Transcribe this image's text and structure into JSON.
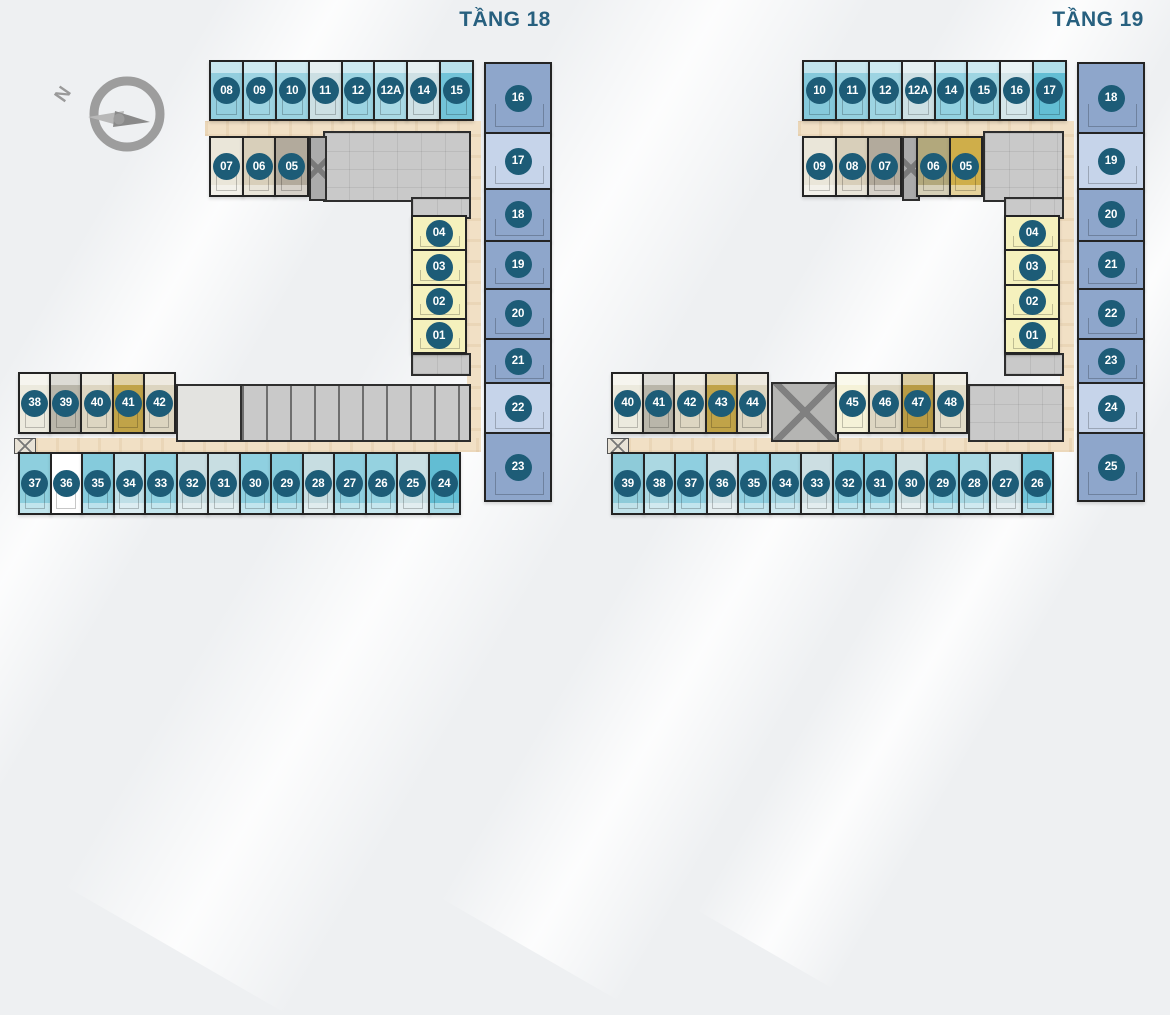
{
  "colors": {
    "badge": "#1d5c77",
    "badge_text": "#ffffff",
    "title": "#27607f",
    "corridor": "#f1e0c5",
    "core": "#c9c9c9",
    "core_dark": "#ababab",
    "wall": "#242424",
    "background": "#eef0f2"
  },
  "compass": {
    "label": "N"
  },
  "plans": [
    {
      "title": "TẦNG 18",
      "top_row": [
        {
          "label": "08",
          "color": "#93cede"
        },
        {
          "label": "09",
          "color": "#9ed4e2"
        },
        {
          "label": "10",
          "color": "#9cd3e1"
        },
        {
          "label": "11",
          "color": "#ccdfe3"
        },
        {
          "label": "12",
          "color": "#9cd4e2"
        },
        {
          "label": "12A",
          "color": "#a9d9e5"
        },
        {
          "label": "14",
          "color": "#cfe1e5"
        },
        {
          "label": "15",
          "color": "#72c3d8"
        }
      ],
      "second_row": [
        {
          "label": "07",
          "color": "#eae6d9"
        },
        {
          "label": "06",
          "color": "#d8cfba"
        },
        {
          "label": "05",
          "color": "#b2aa9c"
        }
      ],
      "yellow_column": [
        {
          "label": "04",
          "color": "#f5f1bd"
        },
        {
          "label": "03",
          "color": "#f5f1bd"
        },
        {
          "label": "02",
          "color": "#f5f1bd"
        },
        {
          "label": "01",
          "color": "#f5f1bd"
        }
      ],
      "right_column": [
        {
          "label": "16",
          "color": "#8ea6cb"
        },
        {
          "label": "17",
          "color": "#c6d4ea"
        },
        {
          "label": "18",
          "color": "#8ea6cb"
        },
        {
          "label": "19",
          "color": "#8ea6cb"
        },
        {
          "label": "20",
          "color": "#8ea6cb"
        },
        {
          "label": "21",
          "color": "#8fa7cc"
        },
        {
          "label": "22",
          "color": "#c6d4ea"
        },
        {
          "label": "23",
          "color": "#8ea6cb"
        }
      ],
      "bottom_left": [
        {
          "label": "38",
          "color": "#eceade"
        },
        {
          "label": "39",
          "color": "#b9b6aa"
        },
        {
          "label": "40",
          "color": "#ddd6c2"
        },
        {
          "label": "41",
          "color": "#c0a348"
        },
        {
          "label": "42",
          "color": "#dcd5c0"
        }
      ],
      "bottom_row": [
        {
          "label": "37",
          "color": "#8ecfde"
        },
        {
          "label": "36",
          "color": "#ffffff"
        },
        {
          "label": "35",
          "color": "#85cbdc"
        },
        {
          "label": "34",
          "color": "#bfdfe7"
        },
        {
          "label": "33",
          "color": "#92d1e0"
        },
        {
          "label": "32",
          "color": "#cadee2"
        },
        {
          "label": "31",
          "color": "#c8dee2"
        },
        {
          "label": "30",
          "color": "#8fd0e0"
        },
        {
          "label": "29",
          "color": "#89cddd"
        },
        {
          "label": "28",
          "color": "#c7dde1"
        },
        {
          "label": "27",
          "color": "#8fcfdf"
        },
        {
          "label": "26",
          "color": "#95d2e0"
        },
        {
          "label": "25",
          "color": "#cadfe3"
        },
        {
          "label": "24",
          "color": "#62bdd3"
        }
      ]
    },
    {
      "title": "TẦNG 19",
      "top_row": [
        {
          "label": "10",
          "color": "#85c9db"
        },
        {
          "label": "11",
          "color": "#95d0df"
        },
        {
          "label": "12",
          "color": "#9dd4e2"
        },
        {
          "label": "12A",
          "color": "#cde0e4"
        },
        {
          "label": "14",
          "color": "#93d1e1"
        },
        {
          "label": "15",
          "color": "#9ed5e2"
        },
        {
          "label": "16",
          "color": "#d5e6ea"
        },
        {
          "label": "17",
          "color": "#63bed4"
        }
      ],
      "second_row": [
        {
          "label": "09",
          "color": "#eae6d9"
        },
        {
          "label": "08",
          "color": "#d8cfba"
        },
        {
          "label": "07",
          "color": "#b2aa9c"
        }
      ],
      "second_row_b": [
        {
          "label": "06",
          "color": "#b2a87c"
        },
        {
          "label": "05",
          "color": "#cfae4a"
        }
      ],
      "yellow_column": [
        {
          "label": "04",
          "color": "#f5f1bd"
        },
        {
          "label": "03",
          "color": "#f5f1bd"
        },
        {
          "label": "02",
          "color": "#f5f1bd"
        },
        {
          "label": "01",
          "color": "#f5f1bd"
        }
      ],
      "right_column": [
        {
          "label": "18",
          "color": "#8ea6cb"
        },
        {
          "label": "19",
          "color": "#c6d4ea"
        },
        {
          "label": "20",
          "color": "#8ea6cb"
        },
        {
          "label": "21",
          "color": "#8ea6cb"
        },
        {
          "label": "22",
          "color": "#8ea6cb"
        },
        {
          "label": "23",
          "color": "#8fa7cc"
        },
        {
          "label": "24",
          "color": "#c6d4ea"
        },
        {
          "label": "25",
          "color": "#8ea6cb"
        }
      ],
      "bottom_left": [
        {
          "label": "40",
          "color": "#eceade"
        },
        {
          "label": "41",
          "color": "#b9b6aa"
        },
        {
          "label": "42",
          "color": "#ddd6c2"
        },
        {
          "label": "43",
          "color": "#c0a348"
        },
        {
          "label": "44",
          "color": "#dcd5c0"
        }
      ],
      "bottom_left_b": [
        {
          "label": "45",
          "color": "#f5f2d8"
        },
        {
          "label": "46",
          "color": "#ddd6c2"
        },
        {
          "label": "47",
          "color": "#b89b45"
        },
        {
          "label": "48",
          "color": "#e2dcc8"
        }
      ],
      "bottom_row": [
        {
          "label": "39",
          "color": "#8ecbd9"
        },
        {
          "label": "38",
          "color": "#abd8e2"
        },
        {
          "label": "37",
          "color": "#8fcfe0"
        },
        {
          "label": "36",
          "color": "#cfe0e4"
        },
        {
          "label": "35",
          "color": "#90cfe0"
        },
        {
          "label": "34",
          "color": "#a5d6e2"
        },
        {
          "label": "33",
          "color": "#ccdee2"
        },
        {
          "label": "32",
          "color": "#8fd0e0"
        },
        {
          "label": "31",
          "color": "#8fd0e0"
        },
        {
          "label": "30",
          "color": "#cfe0e2"
        },
        {
          "label": "29",
          "color": "#8fd0e0"
        },
        {
          "label": "28",
          "color": "#a8d8e3"
        },
        {
          "label": "27",
          "color": "#ccdfe3"
        },
        {
          "label": "26",
          "color": "#6fc3d8"
        }
      ]
    }
  ]
}
